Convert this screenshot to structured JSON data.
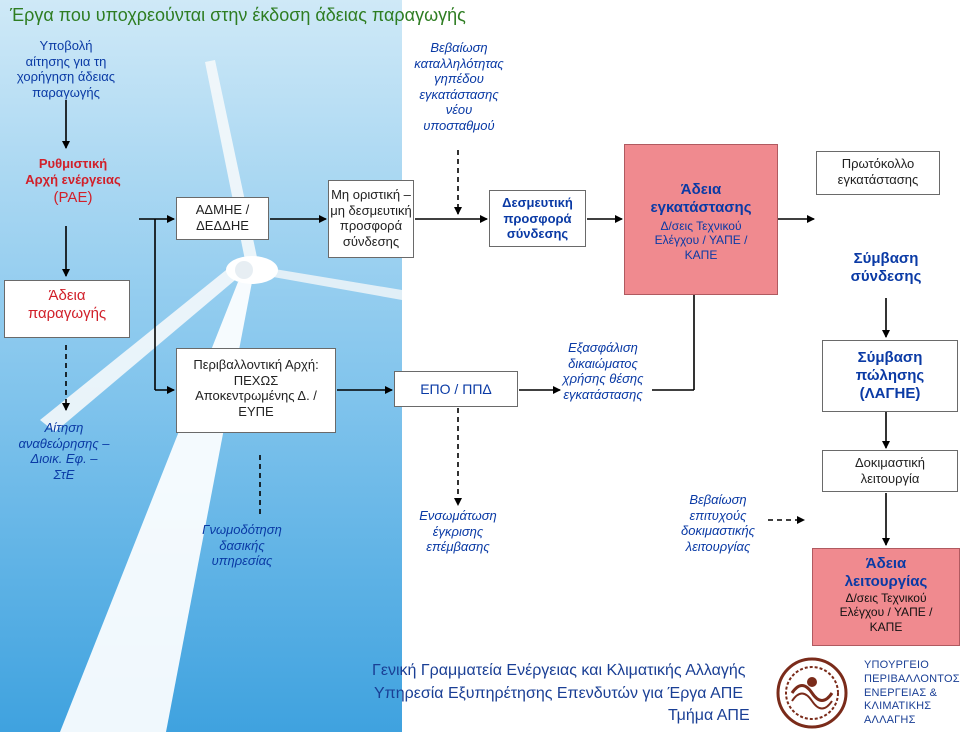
{
  "header": {
    "title": "Έργα που υποχρεούνται στην έκδοση άδειας παραγωγής"
  },
  "nodes": {
    "submit": "Υποβολή\nαίτησης για τη\nχορήγηση άδειας\nπαραγωγής",
    "site_confirm": "Βεβαίωση\nκαταλληλότητας\nγηπέδου\nεγκατάστασης\nνέου\nυποσταθμού",
    "rae_line1": "Ρυθμιστική\nΑρχή ενέργειας",
    "rae_line2": "(ΡΑΕ)",
    "admie": "ΑΔΜΗΕ /\nΔΕΔΔΗΕ",
    "nonbinding": "Μη οριστική –\nμη δεσμευτική\nπροσφορά\nσύνδεσης",
    "binding": "Δεσμευτική\nπροσφορά\nσύνδεσης",
    "install_title": "Άδεια\nεγκατάστασης",
    "install_sub": "Δ/σεις Τεχνικού\nΕλέγχου / ΥΑΠΕ /\nΚΑΠΕ",
    "protocol": "Πρωτόκολλο\nεγκατάστασης",
    "connection_contract": "Σύμβαση\nσύνδεσης",
    "production_license": "Άδεια\nπαραγωγής",
    "env_authority": "Περιβαλλοντική Αρχή:\nΠΕΧΩΣ\nΑποκεντρωμένης Δ. /\nΕΥΠΕ",
    "epo": "ΕΠΟ / ΠΠΔ",
    "site_rights": "Εξασφάλιση\nδικαιώματος\nχρήσης θέσης\nεγκατάστασης",
    "sale_contract": "Σύμβαση\nπώλησης\n(ΛΑΓΗΕ)",
    "review": "Αίτηση\nαναθεώρησης –\nΔιοικ. Εφ. –\nΣτΕ",
    "trial": "Δοκιμαστική\nλειτουργία",
    "forestry": "Γνωμοδότηση\nδασικής\nυπηρεσίας",
    "approval": "Ενσωμάτωση\nέγκρισης\nεπέμβασης",
    "trial_confirm": "Βεβαίωση\nεπιτυχούς\nδοκιμαστικής\nλειτουργίας",
    "operation_title": "Άδεια\nλειτουργίας",
    "operation_sub": "Δ/σεις Τεχνικού\nΕλέγχου / ΥΑΠΕ /\nΚΑΠΕ"
  },
  "footer": {
    "line1": "Γενική Γραμματεία Ενέργειας και Κλιματικής Αλλαγής",
    "line2": "Υπηρεσία Εξυπηρέτησης Επενδυτών για Έργα ΑΠΕ",
    "line3": "Τμήμα ΑΠΕ"
  },
  "ministry": {
    "name": "ΥΠΟΥΡΓΕΙΟ\nΠΕΡΙΒΑΛΛΟΝΤΟΣ\nΕΝΕΡΓΕΙΑΣ &\nΚΛΙΜΑΤΙΚΗΣ\nΑΛΛΑΓΗΣ",
    "logo_icon": "ministry-seal-logo"
  },
  "colors": {
    "title_green": "#2e7d22",
    "blue_text": "#0a3aa5",
    "red_text": "#d1202a",
    "pink_fill": "#f08a8f",
    "sky_blue": "#3fa2df"
  }
}
